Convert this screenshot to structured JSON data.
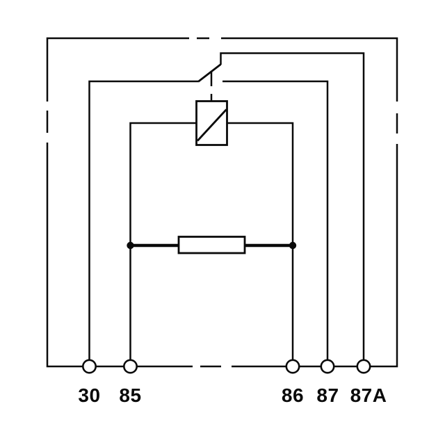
{
  "diagram": {
    "terminals": [
      {
        "label": "30"
      },
      {
        "label": "85"
      },
      {
        "label": "86"
      },
      {
        "label": "87"
      },
      {
        "label": "87A"
      }
    ],
    "colors": {
      "line": "#0a0a0a",
      "background": "#ffffff"
    }
  }
}
